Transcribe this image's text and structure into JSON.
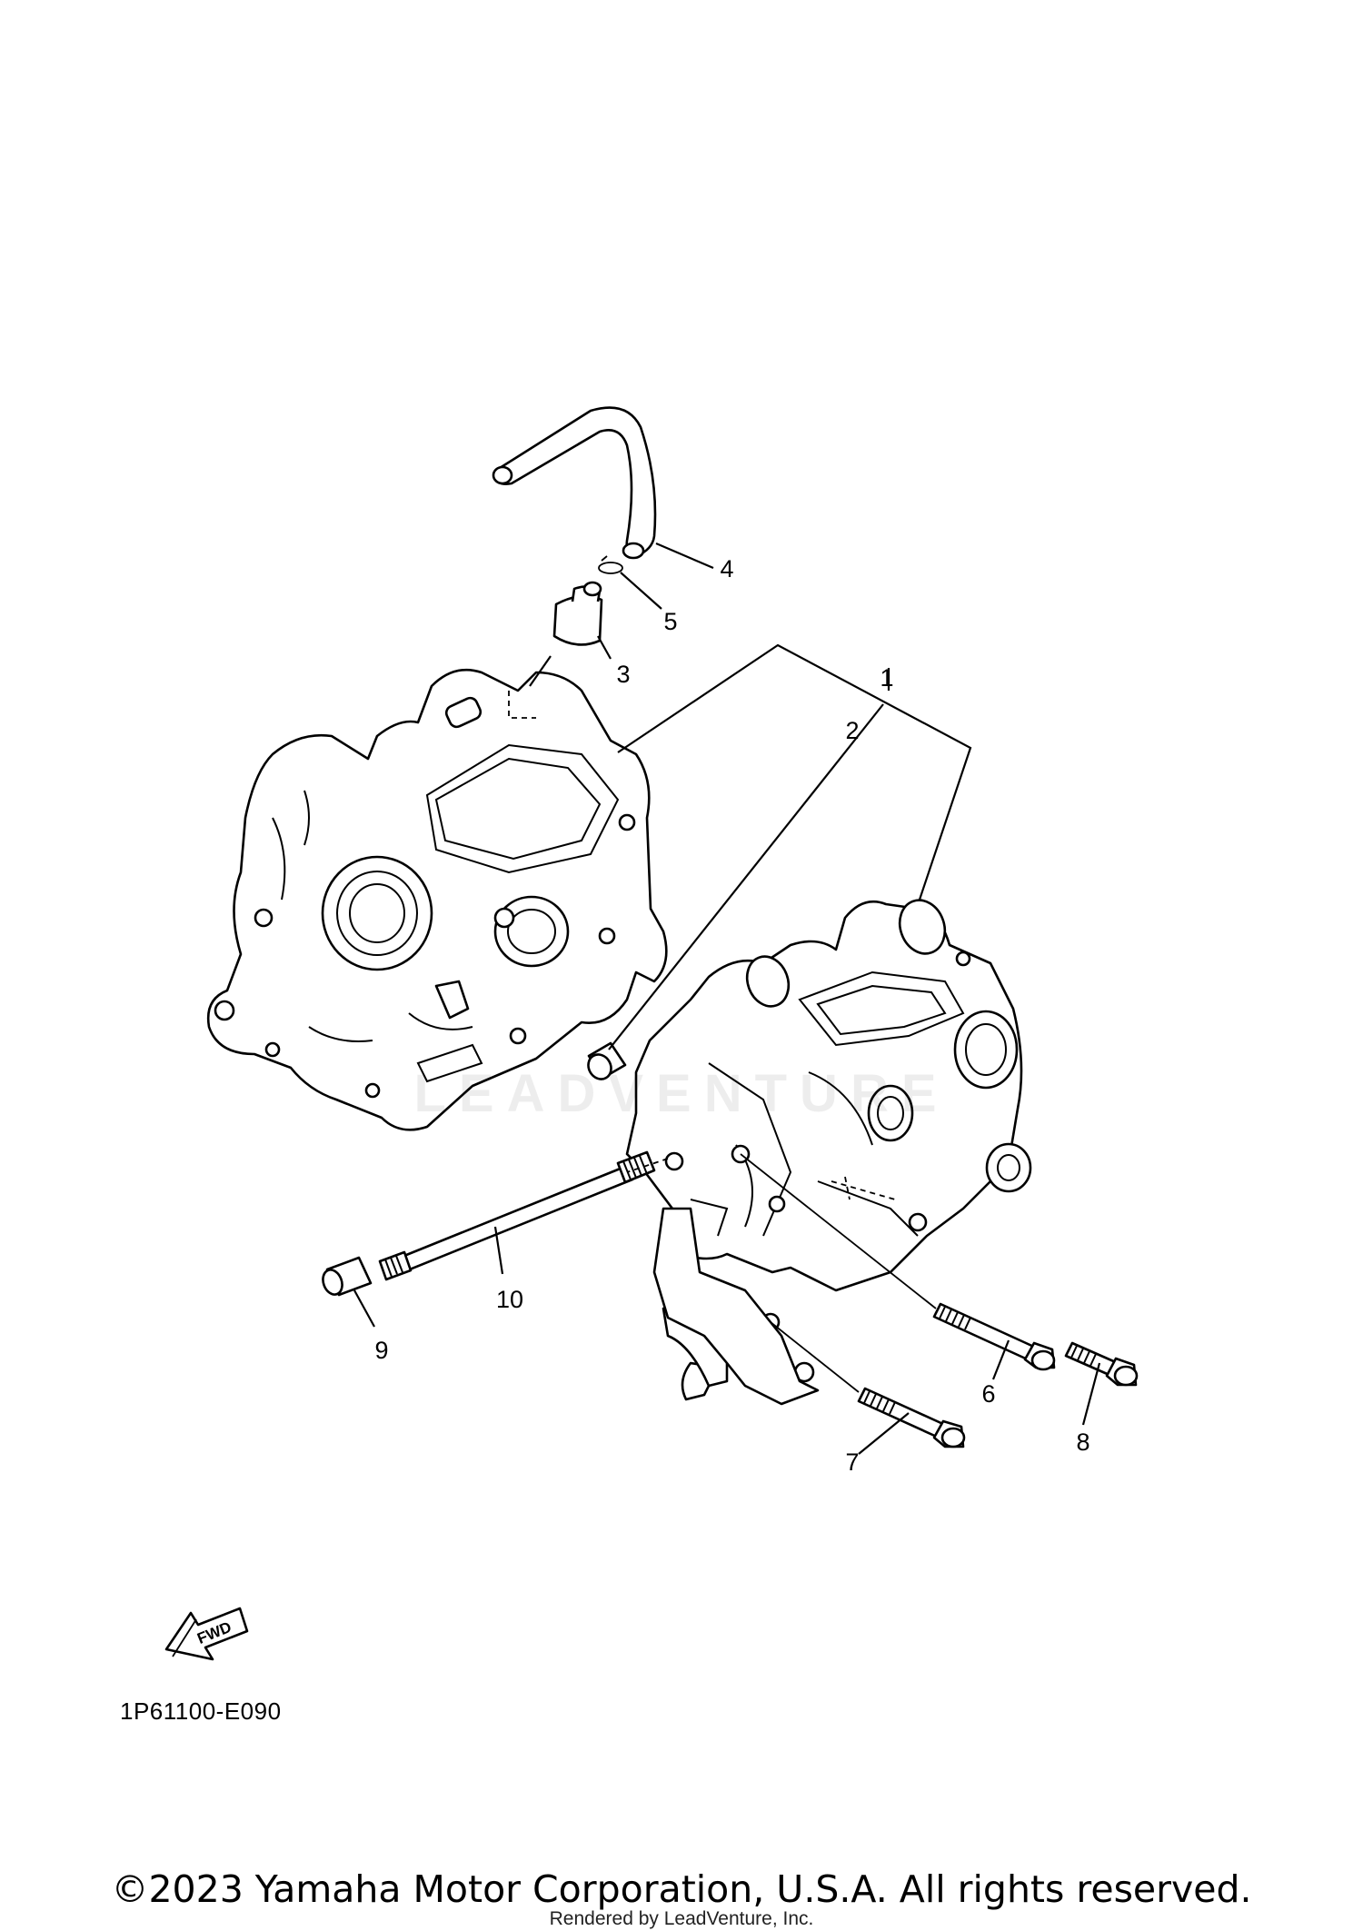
{
  "diagram": {
    "callouts": {
      "c1": "1",
      "c2": "2",
      "c3": "3",
      "c4": "4",
      "c5": "5",
      "c6": "6",
      "c7": "7",
      "c8": "8",
      "c9": "9",
      "c10": "10"
    },
    "fwd_label": "FWD",
    "reference_code": "1P61100-E090",
    "watermark": "LEADVENTURE"
  },
  "footer": {
    "copyright": "©2023 Yamaha Motor Corporation, U.S.A. All rights reserved.",
    "rendered_by": "Rendered by LeadVenture, Inc."
  }
}
